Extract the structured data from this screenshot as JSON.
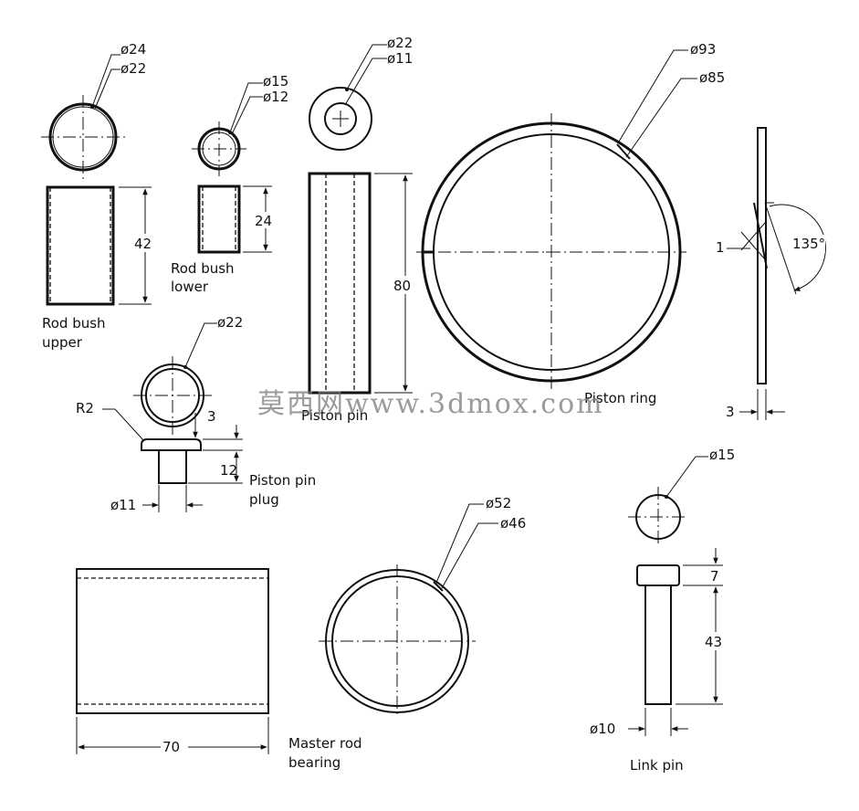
{
  "parts": {
    "rod_bush_upper": {
      "label_line1": "Rod bush",
      "label_line2": "upper",
      "outer_dia": "ø24",
      "inner_dia": "ø22",
      "length": "42"
    },
    "rod_bush_lower": {
      "label_line1": "Rod bush",
      "label_line2": "lower",
      "outer_dia": "ø15",
      "inner_dia": "ø12",
      "length": "24"
    },
    "piston_pin": {
      "label": "Piston pin",
      "outer_dia": "ø22",
      "inner_dia": "ø11",
      "length": "80"
    },
    "piston_ring": {
      "label": "Piston ring",
      "outer_dia": "ø93",
      "inner_dia": "ø85",
      "gap": "1",
      "angle": "135°",
      "thickness": "3"
    },
    "piston_pin_plug": {
      "label_line1": "Piston pin",
      "label_line2": "plug",
      "head_dia": "ø22",
      "radius": "R2",
      "head_height": "3",
      "stem_length": "12",
      "stem_dia": "ø11"
    },
    "master_rod_bearing": {
      "label_line1": "Master rod",
      "label_line2": "bearing",
      "outer_dia": "ø52",
      "inner_dia": "ø46",
      "length": "70"
    },
    "link_pin": {
      "label": "Link pin",
      "head_dia": "ø15",
      "head_height": "7",
      "length": "43",
      "shank_dia": "ø10"
    }
  },
  "watermark": "莫西网www.3dmox.com"
}
